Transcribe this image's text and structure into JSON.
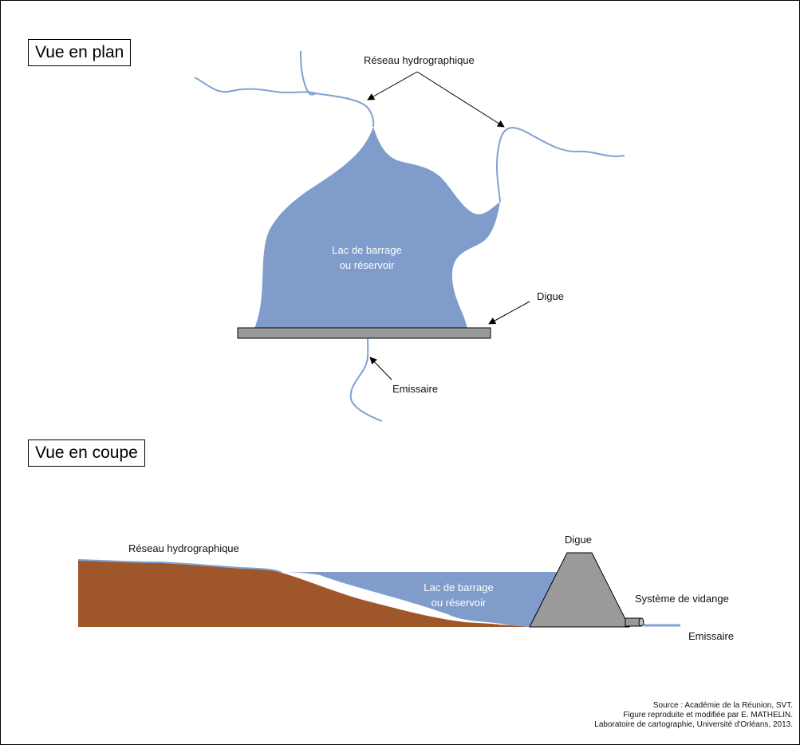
{
  "colors": {
    "water": "#7f9ccb",
    "river": "#7fa2d2",
    "dam": "#9a9a9a",
    "soil": "#a0562b",
    "outline": "#000000"
  },
  "plan_view": {
    "title": "Vue en plan",
    "label_network": "Réseau hydrographique",
    "label_lake_line1": "Lac de barrage",
    "label_lake_line2": "ou réservoir",
    "label_dam": "Digue",
    "label_outlet": "Emissaire"
  },
  "section_view": {
    "title": "Vue en coupe",
    "label_network": "Réseau hydrographique",
    "label_lake_line1": "Lac de barrage",
    "label_lake_line2": "ou réservoir",
    "label_dam": "Digue",
    "label_drain": "Système de vidange",
    "label_outlet": "Emissaire"
  },
  "source": {
    "line1": "Source :  Académie de la Réunion, SVT.",
    "line2": "Figure reproduite et modifiée par  E. MATHELIN.",
    "line3": "Laboratoire de cartographie, Université d'Orléans, 2013."
  }
}
